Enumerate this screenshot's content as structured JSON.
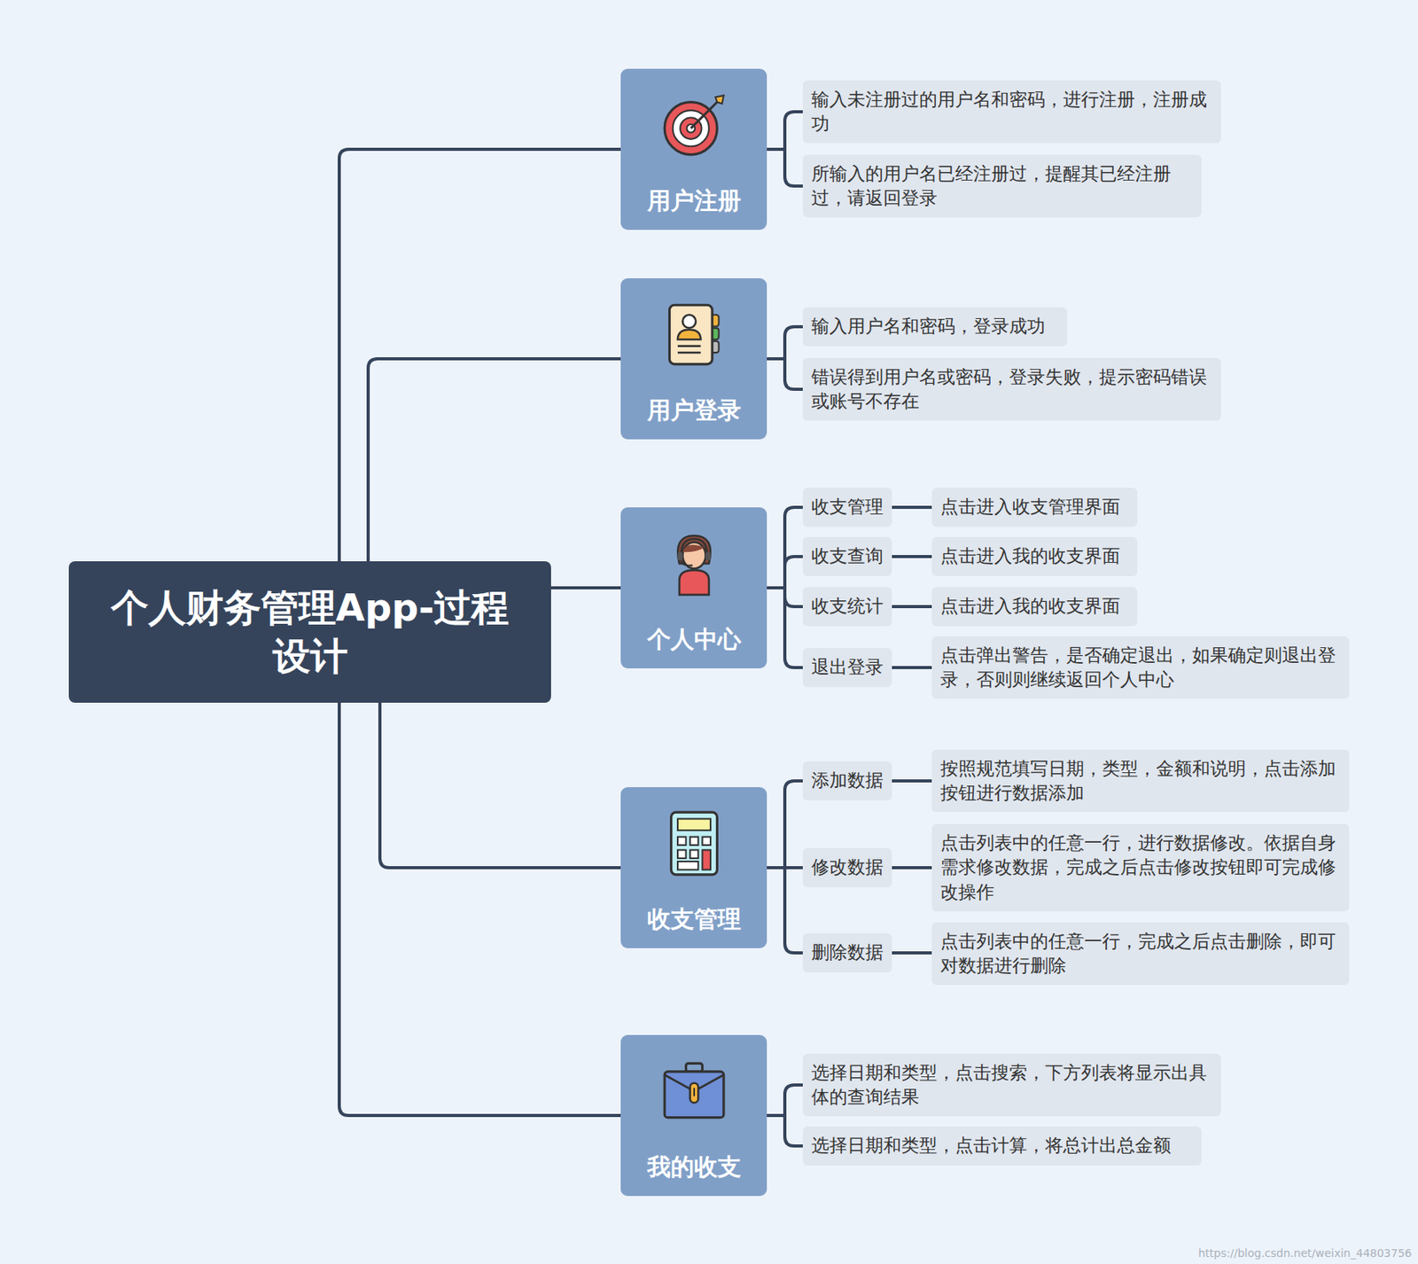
{
  "diagram": {
    "nodes": [
      {
        "text": [
          "个人财务管理App-过程 设计"
        ]
      },
      {
        "text": [
          "用户注册"
        ]
      },
      {
        "text": [
          "输入未注册过的用户名和密码，进行注册，注册成功"
        ]
      },
      {
        "text": [
          "所输入的用户名已经注册过，提醒其已经注册过，请返回登录"
        ]
      },
      {
        "text": [
          "用户登录"
        ]
      },
      {
        "text": [
          "输入用户名和密码，登录成功"
        ]
      },
      {
        "text": [
          "错误得到用户名或密码，登录失败，提示密码错误或账号不存在"
        ]
      },
      {
        "text": [
          "个人中心"
        ]
      },
      {
        "text": [
          "收支管理"
        ]
      },
      {
        "text": [
          "点击进入收支管理界面"
        ]
      },
      {
        "text": [
          "收支查询"
        ]
      },
      {
        "text": [
          "点击进入我的收支界面"
        ]
      },
      {
        "text": [
          "收支统计"
        ]
      },
      {
        "text": [
          "点击进入我的收支界面"
        ]
      },
      {
        "text": [
          "退出登录"
        ]
      },
      {
        "text": [
          "点击弹出警告，是否确定退出，如果确定则退出登录，否则则继续返回个人中心"
        ]
      },
      {
        "text": [
          "收支管理"
        ]
      },
      {
        "text": [
          "添加数据"
        ]
      },
      {
        "text": [
          "按照规范填写日期，类型，金额和说明，点击添加按钮进行数据添加"
        ]
      },
      {
        "text": [
          "修改数据"
        ]
      },
      {
        "text": [
          "点击列表中的任意一行，进行数据修改。依据自身需求修改数据，完成之后点击修改按钮即可完成修改操作"
        ]
      },
      {
        "text": [
          "删除数据"
        ]
      },
      {
        "text": [
          "点击列表中的任意一行，完成之后点击删除，即可对数据进行删除"
        ]
      },
      {
        "text": [
          "我的收支"
        ]
      },
      {
        "text": [
          "选择日期和类型，点击搜索，下方列表将显示出具体的查询结果"
        ]
      },
      {
        "text": [
          "选择日期和类型，点击计算，将总计出总金额"
        ]
      }
    ],
    "edges": [
      {
        "from": 0,
        "to": 1,
        "arrow": "none"
      },
      {
        "from": 0,
        "to": 4,
        "arrow": "none"
      },
      {
        "from": 0,
        "to": 7,
        "arrow": "none"
      },
      {
        "from": 0,
        "to": 16,
        "arrow": "none"
      },
      {
        "from": 0,
        "to": 23,
        "arrow": "none"
      },
      {
        "from": 1,
        "to": 2,
        "arrow": "none"
      },
      {
        "from": 1,
        "to": 3,
        "arrow": "none"
      },
      {
        "from": 4,
        "to": 5,
        "arrow": "none"
      },
      {
        "from": 4,
        "to": 6,
        "arrow": "none"
      },
      {
        "from": 7,
        "to": 8,
        "arrow": "none"
      },
      {
        "from": 7,
        "to": 10,
        "arrow": "none"
      },
      {
        "from": 7,
        "to": 12,
        "arrow": "none"
      },
      {
        "from": 7,
        "to": 14,
        "arrow": "none"
      },
      {
        "from": 8,
        "to": 9,
        "arrow": "none"
      },
      {
        "from": 10,
        "to": 11,
        "arrow": "none"
      },
      {
        "from": 12,
        "to": 13,
        "arrow": "none"
      },
      {
        "from": 14,
        "to": 15,
        "arrow": "none"
      },
      {
        "from": 16,
        "to": 17,
        "arrow": "none"
      },
      {
        "from": 16,
        "to": 19,
        "arrow": "none"
      },
      {
        "from": 16,
        "to": 21,
        "arrow": "none"
      },
      {
        "from": 17,
        "to": 18,
        "arrow": "none"
      },
      {
        "from": 19,
        "to": 20,
        "arrow": "none"
      },
      {
        "from": 21,
        "to": 22,
        "arrow": "none"
      },
      {
        "from": 23,
        "to": 24,
        "arrow": "none"
      },
      {
        "from": 23,
        "to": 25,
        "arrow": "none"
      }
    ],
    "labels": [
      "https://blog.csdn.net/weixin_44803756"
    ]
  }
}
